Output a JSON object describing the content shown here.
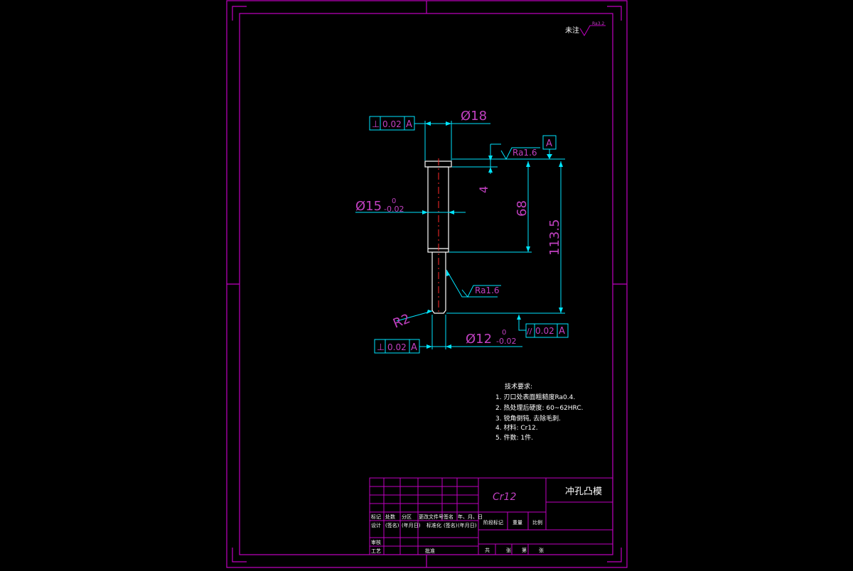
{
  "colors": {
    "background": "#000000",
    "frame": "#c000c0",
    "dimension": "#00e5ff",
    "part": "#ffffff",
    "centerline": "#ff2a2a",
    "text": "#ffffff",
    "dim_text": "#c040c0"
  },
  "roughness_note": {
    "label": "未注",
    "value": "Ra3.2"
  },
  "dimensions": {
    "dia18": "Ø18",
    "dia15": "Ø15",
    "dia15_tol_upper": "0",
    "dia15_tol_lower": "-0.02",
    "dia12": "Ø12",
    "dia12_tol_upper": "0",
    "dia12_tol_lower": "-0.02",
    "len4": "4",
    "len68": "68",
    "len113_5": "113.5",
    "radius": "R2",
    "ra_top": "Ra1.6",
    "ra_bottom": "Ra1.6"
  },
  "tolerance_frames": {
    "top_perp": {
      "symbol": "⊥",
      "value": "0.02",
      "datum": "A"
    },
    "bottom_perp": {
      "symbol": "⊥",
      "value": "0.02",
      "datum": "A"
    },
    "parallel": {
      "symbol": "//",
      "value": "0.02",
      "datum": "A"
    },
    "datum_label": "A"
  },
  "tech_requirements": {
    "title": "技术要求:",
    "items": [
      "1. 刃口处表面粗糙度Ra0.4.",
      "2. 热处理后硬度: 60~62HRC.",
      "3. 锐角倒钝, 去除毛刺.",
      "4. 材料: Cr12.",
      "5. 件数: 1件."
    ]
  },
  "title_block": {
    "material": "Cr12",
    "part_name": "冲孔凸模",
    "headers": [
      "标记",
      "处数",
      "分区",
      "更改文件号",
      "签名",
      "年、月、日"
    ],
    "row_design": [
      "设计",
      "(签名)",
      "(年月日)",
      "标准化",
      "(签名)",
      "(年月日)"
    ],
    "row_review": "审核",
    "row_process": "工艺",
    "row_approve": "批准",
    "stage_labels": [
      "阶段标记",
      "重量",
      "比例"
    ],
    "sheet_labels": [
      "共",
      "张",
      "第",
      "张"
    ]
  }
}
